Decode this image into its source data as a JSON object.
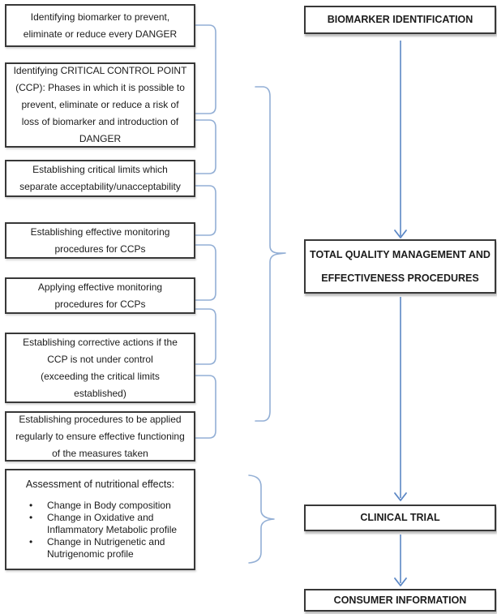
{
  "colors": {
    "brace": "#93afd5",
    "arrow": "#5b87c5",
    "box-border": "#383838",
    "text": "#1c1c1c"
  },
  "left_column": {
    "boxes": [
      {
        "lines": [
          "Identifying biomarker to prevent,",
          "eliminate or reduce every DANGER"
        ]
      },
      {
        "lines": [
          "Identifying CRITICAL CONTROL POINT",
          "(CCP): Phases in which it is possible to",
          "prevent, eliminate or reduce a risk of",
          "loss of biomarker and introduction of",
          "DANGER"
        ]
      },
      {
        "lines": [
          "Establishing critical limits which",
          "separate acceptability/unacceptability"
        ]
      },
      {
        "lines": [
          "Establishing effective monitoring",
          "procedures for CCPs"
        ]
      },
      {
        "lines": [
          "Applying effective monitoring",
          "procedures for CCPs"
        ]
      },
      {
        "lines": [
          "Establishing corrective actions if the",
          "CCP is not under control",
          "(exceeding the critical limits",
          "established)"
        ]
      },
      {
        "lines": [
          "Establishing procedures to be applied",
          "regularly to ensure effective functioning",
          "of the measures taken"
        ]
      }
    ],
    "assessment": {
      "title": "Assessment of nutritional effects:",
      "bullets": [
        "Change in Body composition",
        "Change in Oxidative and Inflammatory Metabolic profile",
        "Change in Nutrigenetic and Nutrigenomic profile"
      ]
    }
  },
  "right_column": {
    "boxes": [
      {
        "label": "BIOMARKER IDENTIFICATION"
      },
      {
        "lines": [
          "TOTAL QUALITY MANAGEMENT AND",
          "EFFECTIVENESS PROCEDURES"
        ]
      },
      {
        "label": "CLINICAL TRIAL"
      },
      {
        "label": "CONSUMER INFORMATION"
      }
    ]
  }
}
